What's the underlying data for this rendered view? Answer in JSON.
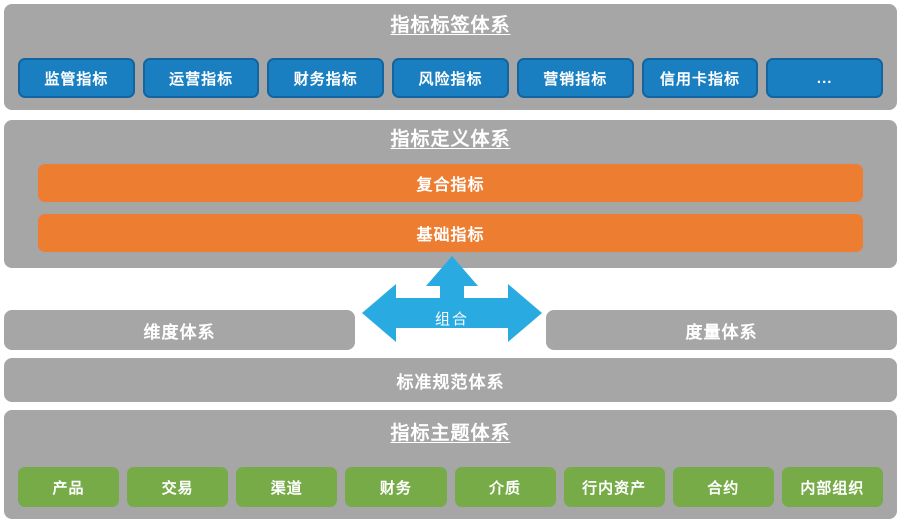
{
  "diagram": {
    "title": "指标标签体系",
    "palette": {
      "panel_grey": "#A6A6A6",
      "chip_blue": "#1A7FC1",
      "chip_blue_border": "#1464A0",
      "bar_orange": "#ED7D31",
      "chip_green": "#76AB48",
      "arrow_blue": "#29ABE2",
      "text_white": "#FFFFFF",
      "background": "#FFFFFF"
    },
    "sections": {
      "label_system": {
        "title": "指标标签体系",
        "chips": [
          {
            "label": "监管指标"
          },
          {
            "label": "运营指标"
          },
          {
            "label": "财务指标"
          },
          {
            "label": "风险指标"
          },
          {
            "label": "营销指标"
          },
          {
            "label": "信用卡指标"
          },
          {
            "label": "..."
          }
        ]
      },
      "definition_system": {
        "title": "指标定义体系",
        "bars": [
          {
            "label": "复合指标"
          },
          {
            "label": "基础指标"
          }
        ]
      },
      "dimension": {
        "title": "维度体系"
      },
      "measure": {
        "title": "度量体系"
      },
      "combine_arrow": {
        "label": "组合"
      },
      "standards": {
        "title": "标准规范体系"
      },
      "subject_system": {
        "title": "指标主题体系",
        "chips": [
          {
            "label": "产品"
          },
          {
            "label": "交易"
          },
          {
            "label": "渠道"
          },
          {
            "label": "财务"
          },
          {
            "label": "介质"
          },
          {
            "label": "行内资产"
          },
          {
            "label": "合约"
          },
          {
            "label": "内部组织"
          }
        ]
      }
    }
  }
}
